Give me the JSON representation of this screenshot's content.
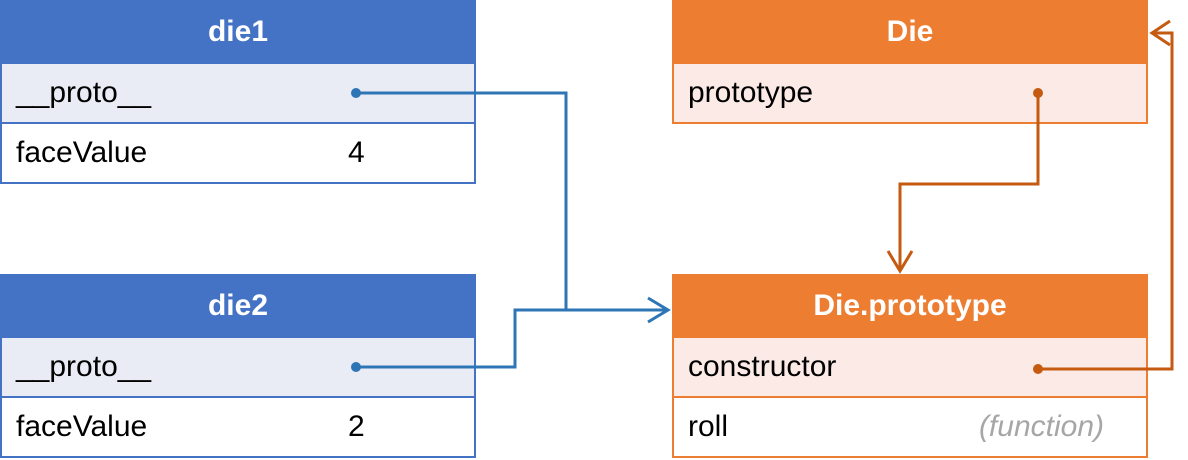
{
  "die1": {
    "title": "die1",
    "rows": [
      {
        "name": "__proto__",
        "value": ""
      },
      {
        "name": "faceValue",
        "value": "4"
      }
    ]
  },
  "die2": {
    "title": "die2",
    "rows": [
      {
        "name": "__proto__",
        "value": ""
      },
      {
        "name": "faceValue",
        "value": "2"
      }
    ]
  },
  "die_fn": {
    "title": "Die",
    "rows": [
      {
        "name": "prototype"
      }
    ]
  },
  "die_proto": {
    "title": "Die.prototype",
    "rows": [
      {
        "name": "constructor"
      },
      {
        "name": "roll",
        "note": "(function)"
      }
    ]
  },
  "colors": {
    "blue": "#4472c4",
    "blue_arrow": "#2e75b6",
    "orange": "#ed7d31",
    "orange_arrow": "#c55a11"
  }
}
